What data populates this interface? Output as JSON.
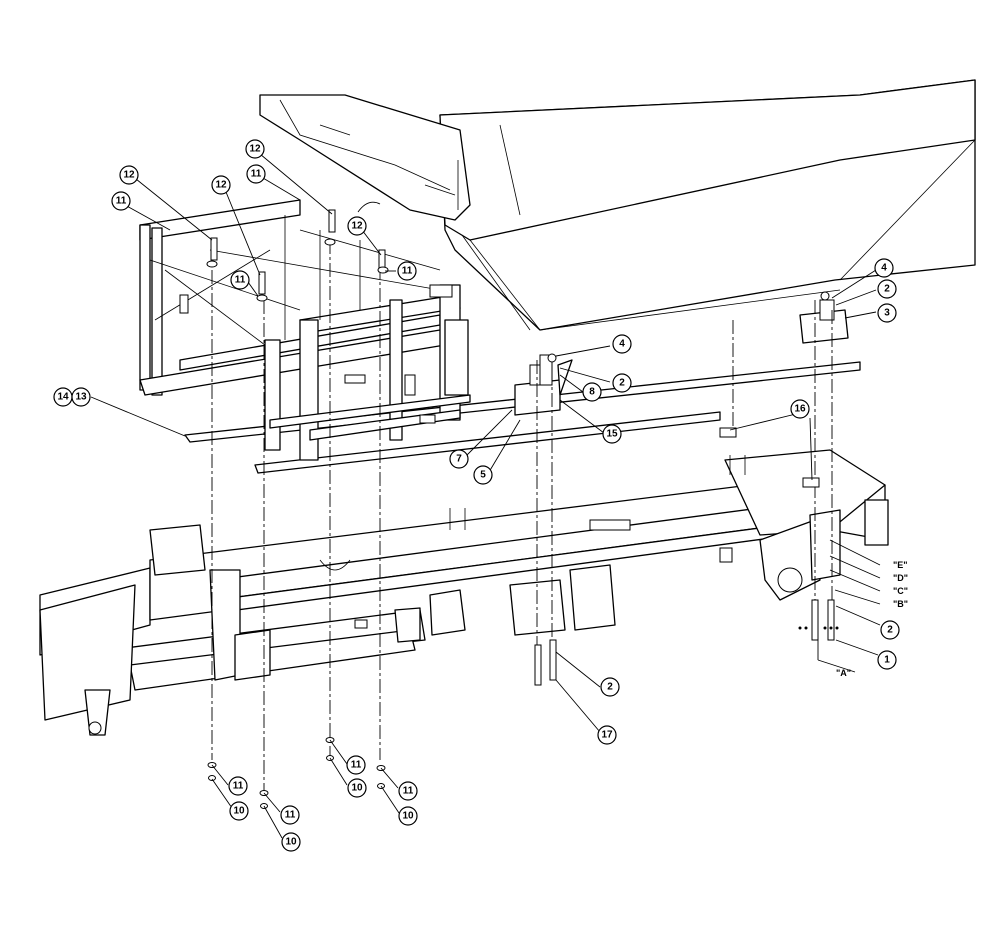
{
  "callouts": [
    "12",
    "11",
    "12",
    "11",
    "12",
    "11",
    "12",
    "11",
    "14",
    "13",
    "4",
    "2",
    "8",
    "15",
    "7",
    "5",
    "4",
    "2",
    "3",
    "16",
    "2",
    "1",
    "2",
    "17",
    "11",
    "10",
    "11",
    "10",
    "11",
    "10",
    "11",
    "10"
  ],
  "refs": [
    "\"E\"",
    "\"D\"",
    "\"C\"",
    "\"B\"",
    "\"A\""
  ],
  "colors": {
    "line": "#000000",
    "background": "#ffffff"
  }
}
